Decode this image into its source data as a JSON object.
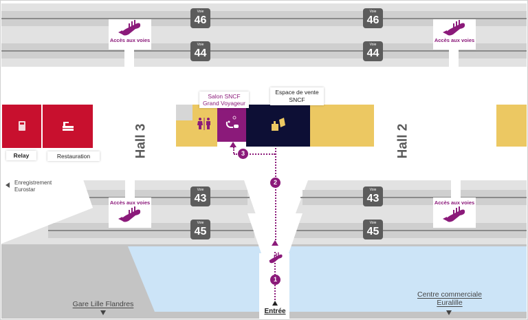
{
  "colors": {
    "track_light": "#e2e2e2",
    "track_mid": "#cfcfcf",
    "rail": "#8a8a8a",
    "voie_badge": "#5c5c5c",
    "accent_purple": "#8b1a7a",
    "shop_red": "#c8102e",
    "shop_yellow": "#ecc862",
    "sales_navy": "#0d0f35",
    "water_blue": "#cce4f7",
    "ground_gray": "#c4c4c4"
  },
  "tracks": {
    "voie_label": "Voie",
    "top": [
      "46",
      "44"
    ],
    "bottom": [
      "43",
      "45"
    ]
  },
  "access_label": "Accès aux voies",
  "halls": {
    "left": "Hall 3",
    "right": "Hall 2"
  },
  "shops": {
    "relay": {
      "label": "Relay",
      "icon": "newspaper-icon"
    },
    "restauration": {
      "label": "Restauration",
      "icon": "food-icon"
    },
    "toilets": {
      "icon": "toilets-icon"
    },
    "salon": {
      "label_line1": "Salon SNCF",
      "label_line2": "Grand Voyageur",
      "icon": "lounge-icon"
    },
    "vente": {
      "label_line1": "Espace de vente",
      "label_line2": "SNCF",
      "icon": "ticket-sales-icon"
    }
  },
  "eurostar": {
    "line1": "Enregistrement",
    "line2": "Eurostar"
  },
  "route_steps": [
    "1",
    "2",
    "3"
  ],
  "entrance": "Entrée",
  "destinations": {
    "lille_flandres": "Gare Lille Flandres",
    "euralille_line1": "Centre commerciale",
    "euralille_line2": "Euralille"
  }
}
